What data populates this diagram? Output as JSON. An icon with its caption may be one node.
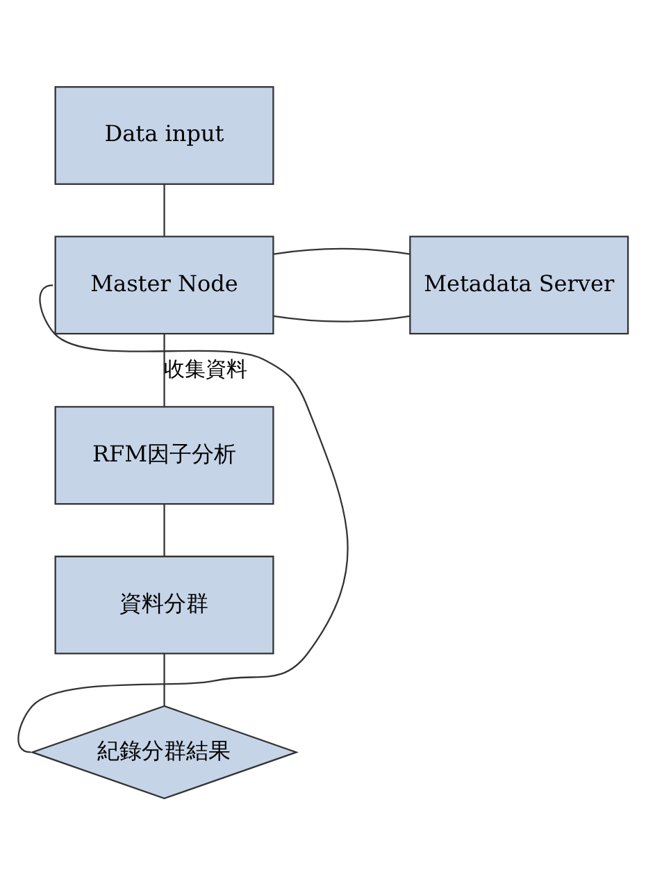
{
  "diagram": {
    "nodes": [
      {
        "text": [
          "Data input"
        ]
      },
      {
        "text": [
          "Master Node"
        ]
      },
      {
        "text": [
          "Metadata Server"
        ]
      },
      {
        "text": [
          "RFM因子分析"
        ]
      },
      {
        "text": [
          "資料分群"
        ]
      },
      {
        "text": [
          "紀錄分群結果"
        ]
      }
    ],
    "edges": [
      {
        "from": 0,
        "to": 1,
        "arrow": "none"
      },
      {
        "from": 1,
        "to": 2,
        "arrow": "none"
      },
      {
        "from": 1,
        "to": 2,
        "arrow": "none"
      },
      {
        "from": 1,
        "to": 3,
        "arrow": "none",
        "label": "收集資料"
      },
      {
        "from": 3,
        "to": 4,
        "arrow": "none"
      },
      {
        "from": 4,
        "to": 5,
        "arrow": "none"
      },
      {
        "from": 5,
        "to": 1,
        "arrow": "none"
      }
    ]
  }
}
